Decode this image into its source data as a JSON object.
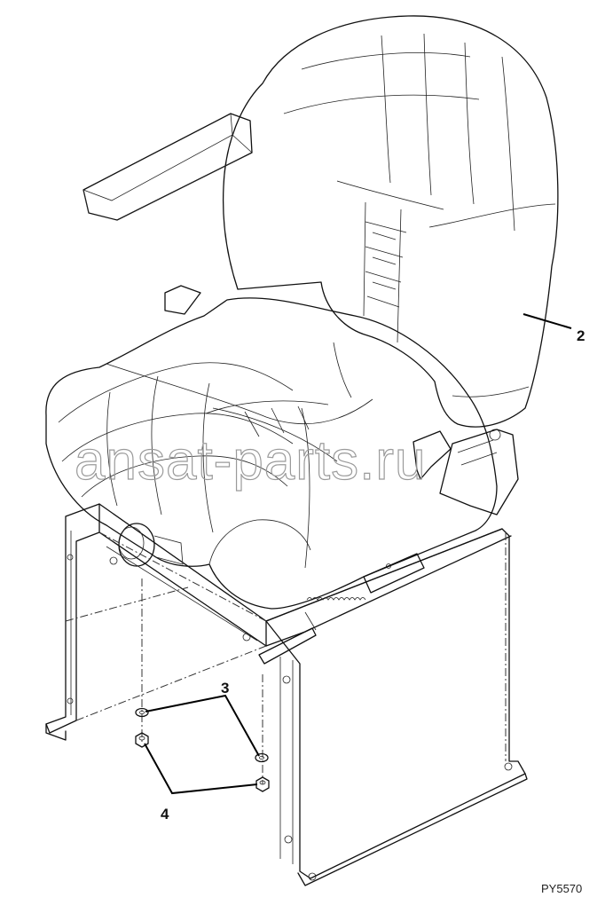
{
  "diagram": {
    "callouts": {
      "seat": "2",
      "washer": "3",
      "nut": "4"
    },
    "reference_code": "PY5570",
    "watermark": "ansat-parts.ru"
  }
}
